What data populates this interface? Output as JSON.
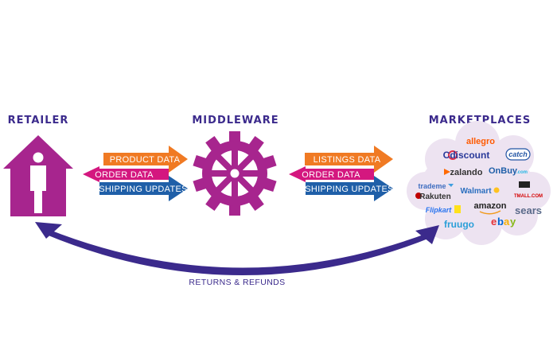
{
  "headings": {
    "retailer": "RETAILER",
    "middleware": "MIDDLEWARE",
    "marketplaces": "MARKETPLACES"
  },
  "left_flows": {
    "product": "PRODUCT DATA",
    "order": "ORDER DATA",
    "shipping": "SHIPPING UPDATES"
  },
  "right_flows": {
    "listings": "LISTINGS DATA",
    "order": "ORDER DATA",
    "shipping": "SHIPPING UPDATES"
  },
  "returns": "RETURNS & REFUNDS",
  "marketplaces": {
    "allegro": "allegro",
    "cdiscount": "Cdiscount",
    "catch": "catch",
    "zalando": "zalando",
    "onbuy": "OnBuy",
    "onbuy_suffix": ".com",
    "trademe": "trademe",
    "walmart": "Walmart",
    "tmall": "TMALL.COM",
    "rakuten": "Rakuten",
    "amazon": "amazon",
    "sears": "sears",
    "flipkart": "Flipkart",
    "fruugo": "fruugo",
    "ebay_e": "e",
    "ebay_b": "b",
    "ebay_a": "a",
    "ebay_y": "y"
  },
  "colors": {
    "orange": "#f07a23",
    "magenta": "#d4177f",
    "blue": "#1f5fa8",
    "purple": "#a7258e",
    "navy": "#3b2a8c",
    "cloud": "#ede3f1"
  }
}
